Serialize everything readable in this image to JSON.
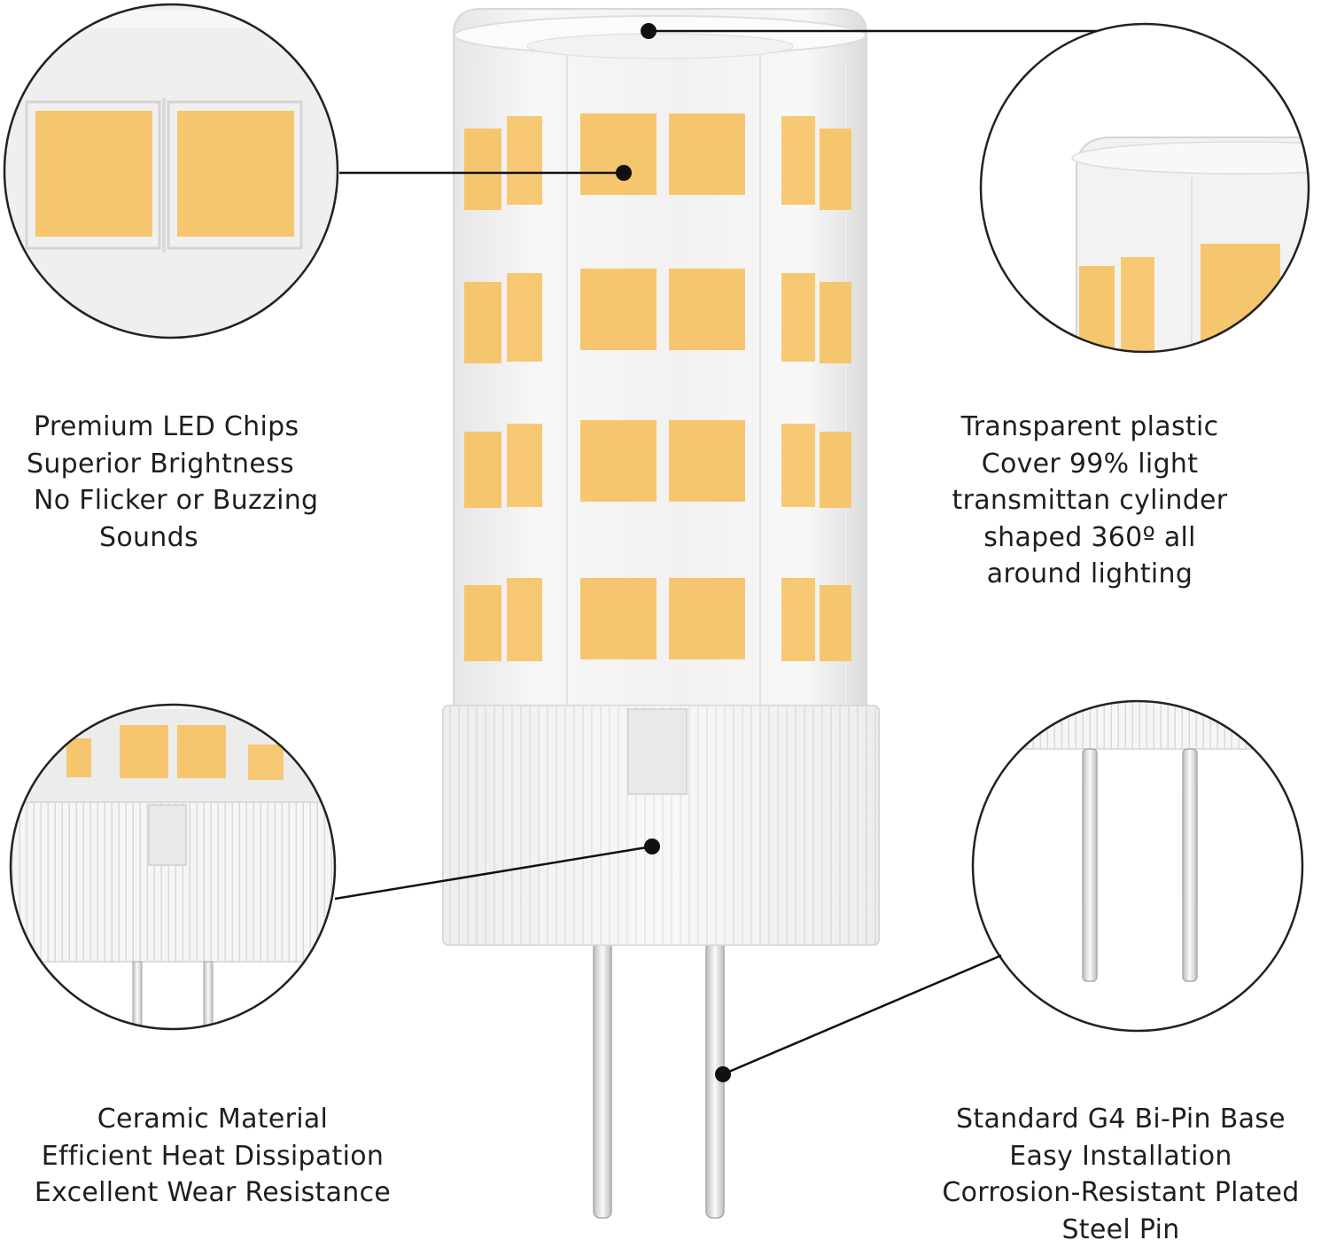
{
  "image": {
    "subject": "G4 LED bi-pin bulb",
    "colors": {
      "led": "#f6c66f",
      "led_dark": "#e8ad4d",
      "body": "#f3f3f3",
      "outline": "#222222"
    }
  },
  "captions": {
    "led_chips": [
      "Premium LED Chips",
      "Superior Brightness",
      "No Flicker or Buzzing",
      "Sounds"
    ],
    "cover": [
      "Transparent plastic",
      "Cover 99% light",
      "transmittan cylinder",
      "shaped 360º all",
      "around lighting"
    ],
    "ceramic": [
      "Ceramic Material",
      "Efficient Heat Dissipation",
      "Excellent Wear Resistance"
    ],
    "pins": [
      "Standard G4 Bi-Pin Base",
      "Easy Installation",
      "Corrosion-Resistant Plated",
      "Steel Pin"
    ]
  }
}
